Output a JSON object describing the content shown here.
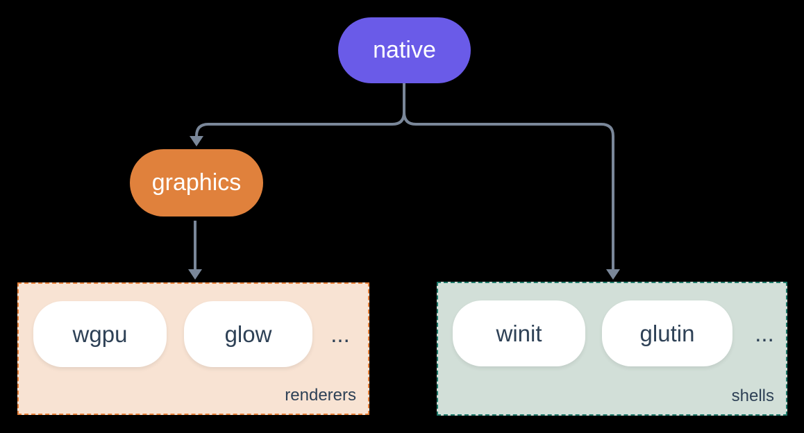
{
  "diagram": {
    "nodes": {
      "native": {
        "label": "native",
        "fill": "#6A5BE8",
        "text_color": "#FFFFFF"
      },
      "graphics": {
        "label": "graphics",
        "fill": "#E0813C",
        "text_color": "#FFFFFF"
      }
    },
    "groups": {
      "renderers": {
        "label": "renderers",
        "fill": "#F8E3D3",
        "border": "#E8813A",
        "items": [
          "wgpu",
          "glow"
        ],
        "ellipsis": "..."
      },
      "shells": {
        "label": "shells",
        "fill": "#D2DFD8",
        "border": "#1F7A6A",
        "items": [
          "winit",
          "glutin"
        ],
        "ellipsis": "..."
      }
    },
    "edges": [
      {
        "from": "native",
        "to": "graphics"
      },
      {
        "from": "native",
        "to": "shells"
      },
      {
        "from": "graphics",
        "to": "renderers"
      }
    ],
    "colors": {
      "background": "#000000",
      "connector": "#7A8799",
      "item_pill_fill": "#FFFFFF",
      "dark_text": "#2E4156"
    }
  }
}
